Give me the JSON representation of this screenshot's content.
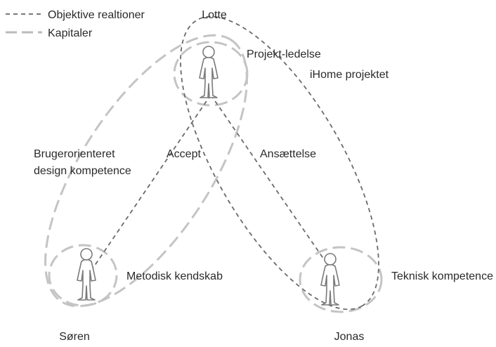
{
  "legend": {
    "relations_label": "Objektive realtioner",
    "capitals_label": "Kapitaler",
    "relations_color": "#666666",
    "capitals_color": "#bbbbbb"
  },
  "people": {
    "lotte": "Lotte",
    "soren": "Søren",
    "jonas": "Jonas"
  },
  "capitals": {
    "projekt_ledelse": "Projekt-ledelse",
    "brugerorienteret_1": "Brugerorienteret",
    "brugerorienteret_2": "design kompetence",
    "metodisk": "Metodisk kendskab",
    "teknisk": "Teknisk kompetence"
  },
  "relations": {
    "ihome": "iHome projektet",
    "accept": "Accept",
    "ansaettelse": "Ansættelse"
  }
}
